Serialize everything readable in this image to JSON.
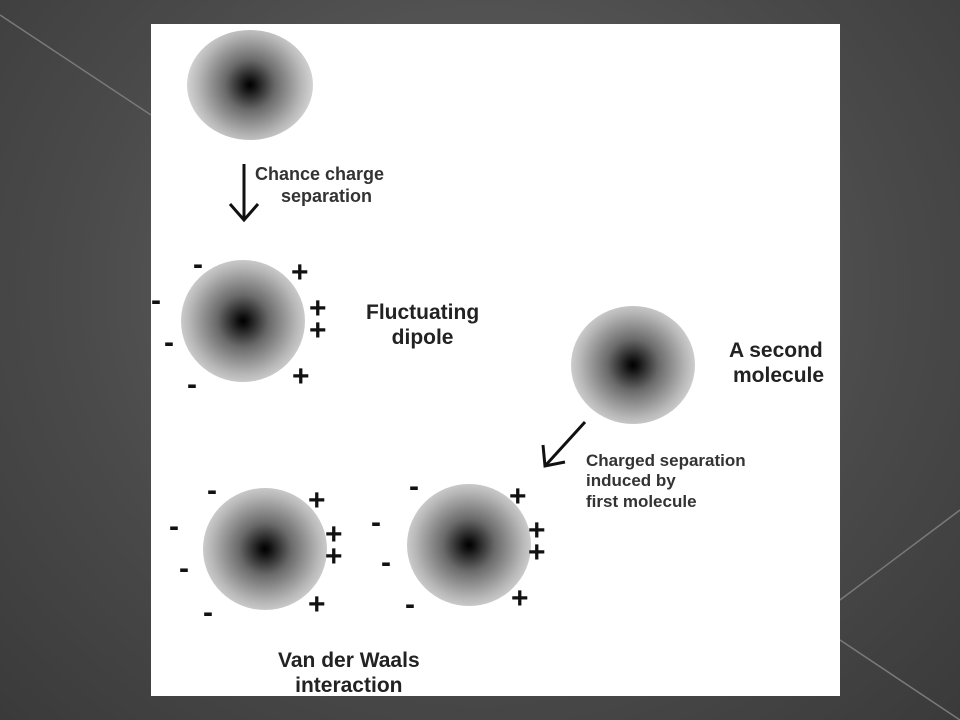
{
  "figure": {
    "labels": {
      "chance_line1": "Chance charge",
      "chance_line2": "separation",
      "fluct_line1": "Fluctuating",
      "fluct_line2": "dipole",
      "second_line1": "A second",
      "second_line2": "molecule",
      "induced_line1": "Charged separation",
      "induced_line2": "induced by",
      "induced_line3": "first molecule",
      "vdw_line1": "Van der Waals",
      "vdw_line2": "interaction"
    },
    "charges": {
      "minus": "-",
      "plus": "+"
    }
  }
}
